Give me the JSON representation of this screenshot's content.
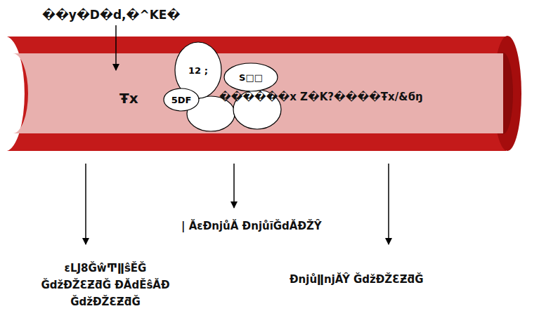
{
  "diagram": {
    "nodes": [
      {
        "text": [
          "12 ;"
        ]
      },
      {
        "text": [
          "S□□"
        ]
      },
      {
        "text": [
          "5DF"
        ]
      }
    ],
    "labels": [
      "��y�D�d,�^KE�",
      "Ŧx",
      "������x Z�K?����Ŧx/&ϭŋ",
      "| ĂɛĐǌůĂ ĐǌůĩĞdĂĐŽŶ",
      "ɛǇ8ĞŵͲǁŝĚĞ ĞǆƉŽƐƵƌĞ ĐĂdĚŝĂĐ ĞǆƉŽƐƵƌĞ",
      "ĐǌůǁǌĂŶ ĞǆƉŽƐƵƌĞ"
    ]
  }
}
